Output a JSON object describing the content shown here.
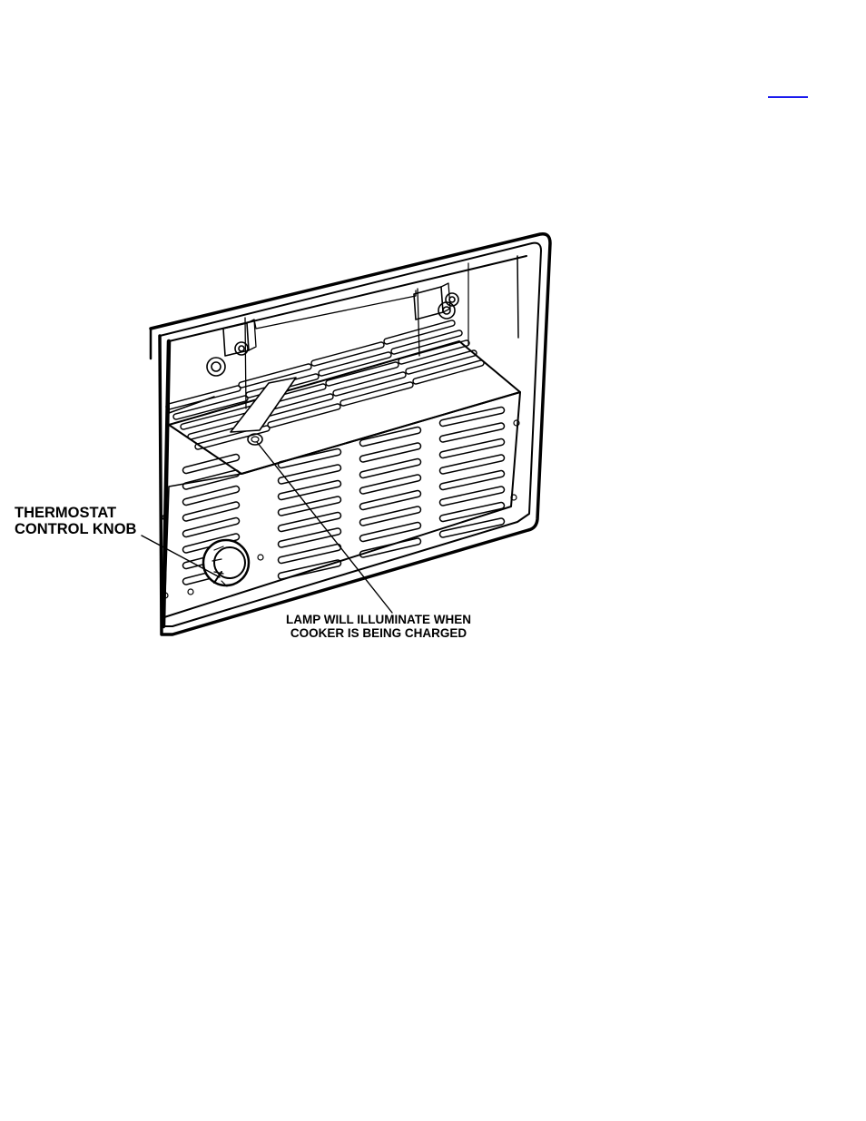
{
  "top_link": {
    "text": ""
  },
  "labels": {
    "thermostat": {
      "line1": "THERMOSTAT",
      "line2": "CONTROL KNOB"
    },
    "lamp": {
      "line1": "LAMP WILL ILLUMINATE WHEN",
      "line2": "COOKER IS BEING CHARGED"
    }
  },
  "colors": {
    "line": "#000000",
    "link": "#1a1aee",
    "background": "#ffffff"
  }
}
